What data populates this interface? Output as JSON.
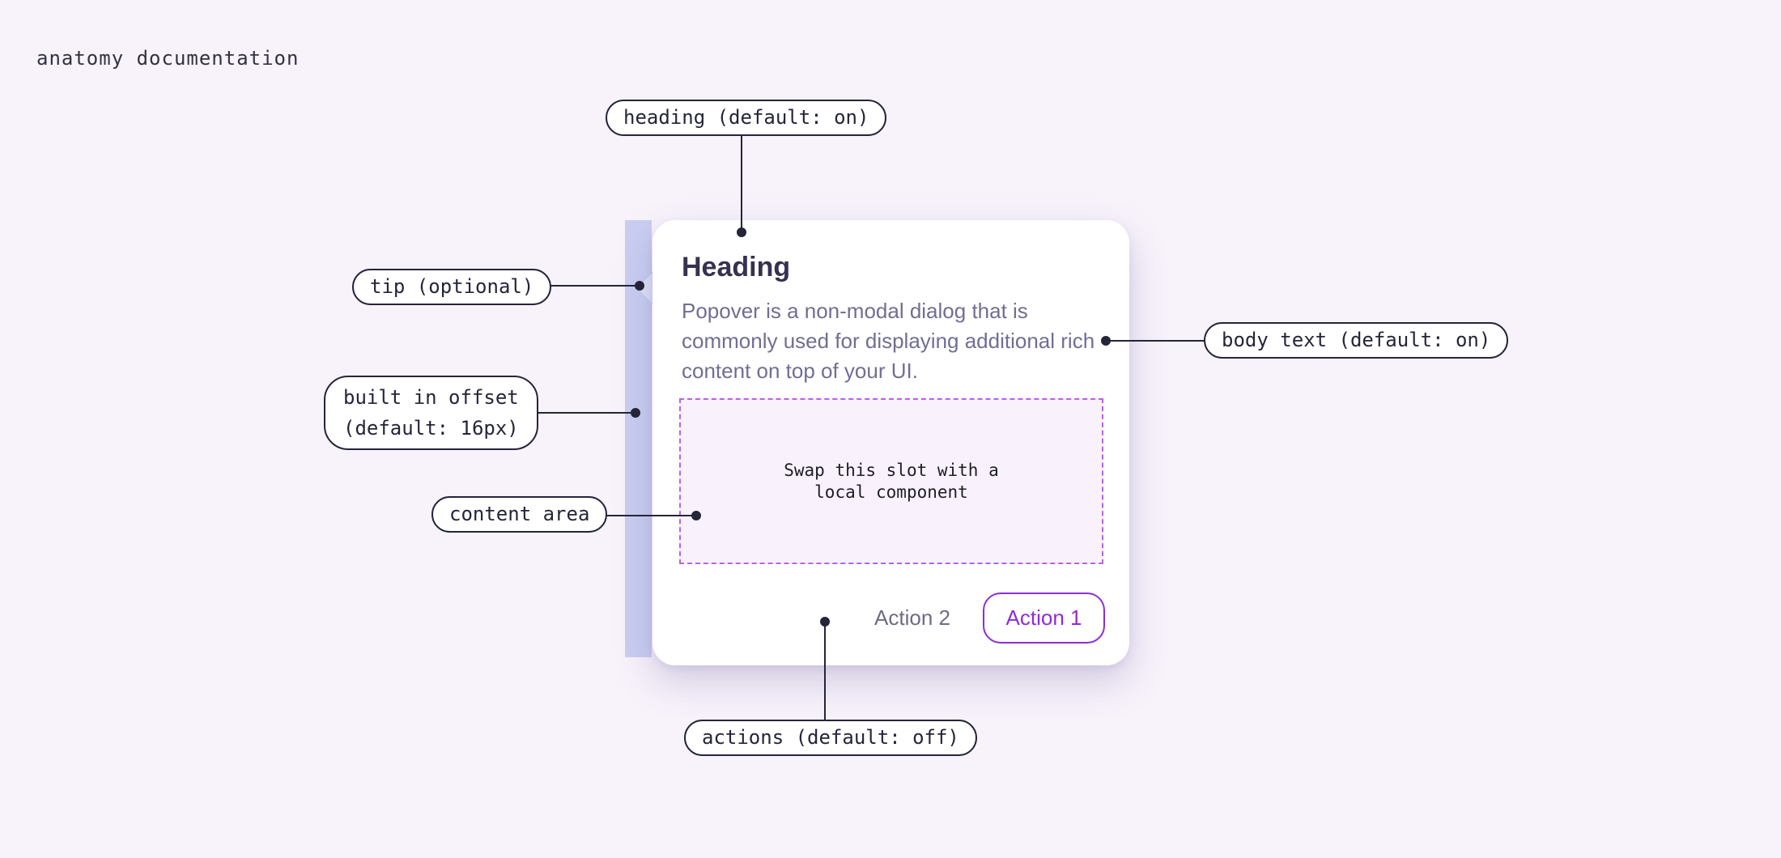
{
  "page": {
    "title": "anatomy documentation"
  },
  "popover": {
    "heading": "Heading",
    "body_text": "Popover is a non-modal dialog that is commonly used for displaying additional rich content on top of your UI.",
    "slot_text": "Swap this slot with a\nlocal component",
    "actions": {
      "secondary_label": "Action 2",
      "primary_label": "Action 1"
    }
  },
  "callouts": [
    {
      "id": "heading",
      "label": "heading (default: on)"
    },
    {
      "id": "tip",
      "label": "tip (optional)"
    },
    {
      "id": "offset",
      "label": "built in offset\n(default: 16px)"
    },
    {
      "id": "content",
      "label": "content area"
    },
    {
      "id": "bodytext",
      "label": "body text (default: on)"
    },
    {
      "id": "actions",
      "label": "actions (default: off)"
    }
  ],
  "colors": {
    "page_background": "#f8f2fb",
    "offset_strip": "#c9cef1",
    "tip_fill": "#dfe3f9",
    "card_background": "#ffffff",
    "heading_text": "#363051",
    "body_text": "#716e93",
    "slot_dash_border": "#b863e6",
    "slot_background": "#f9f2fc",
    "accent_purple": "#8e2dd6",
    "annotation_ink": "#25253a"
  }
}
